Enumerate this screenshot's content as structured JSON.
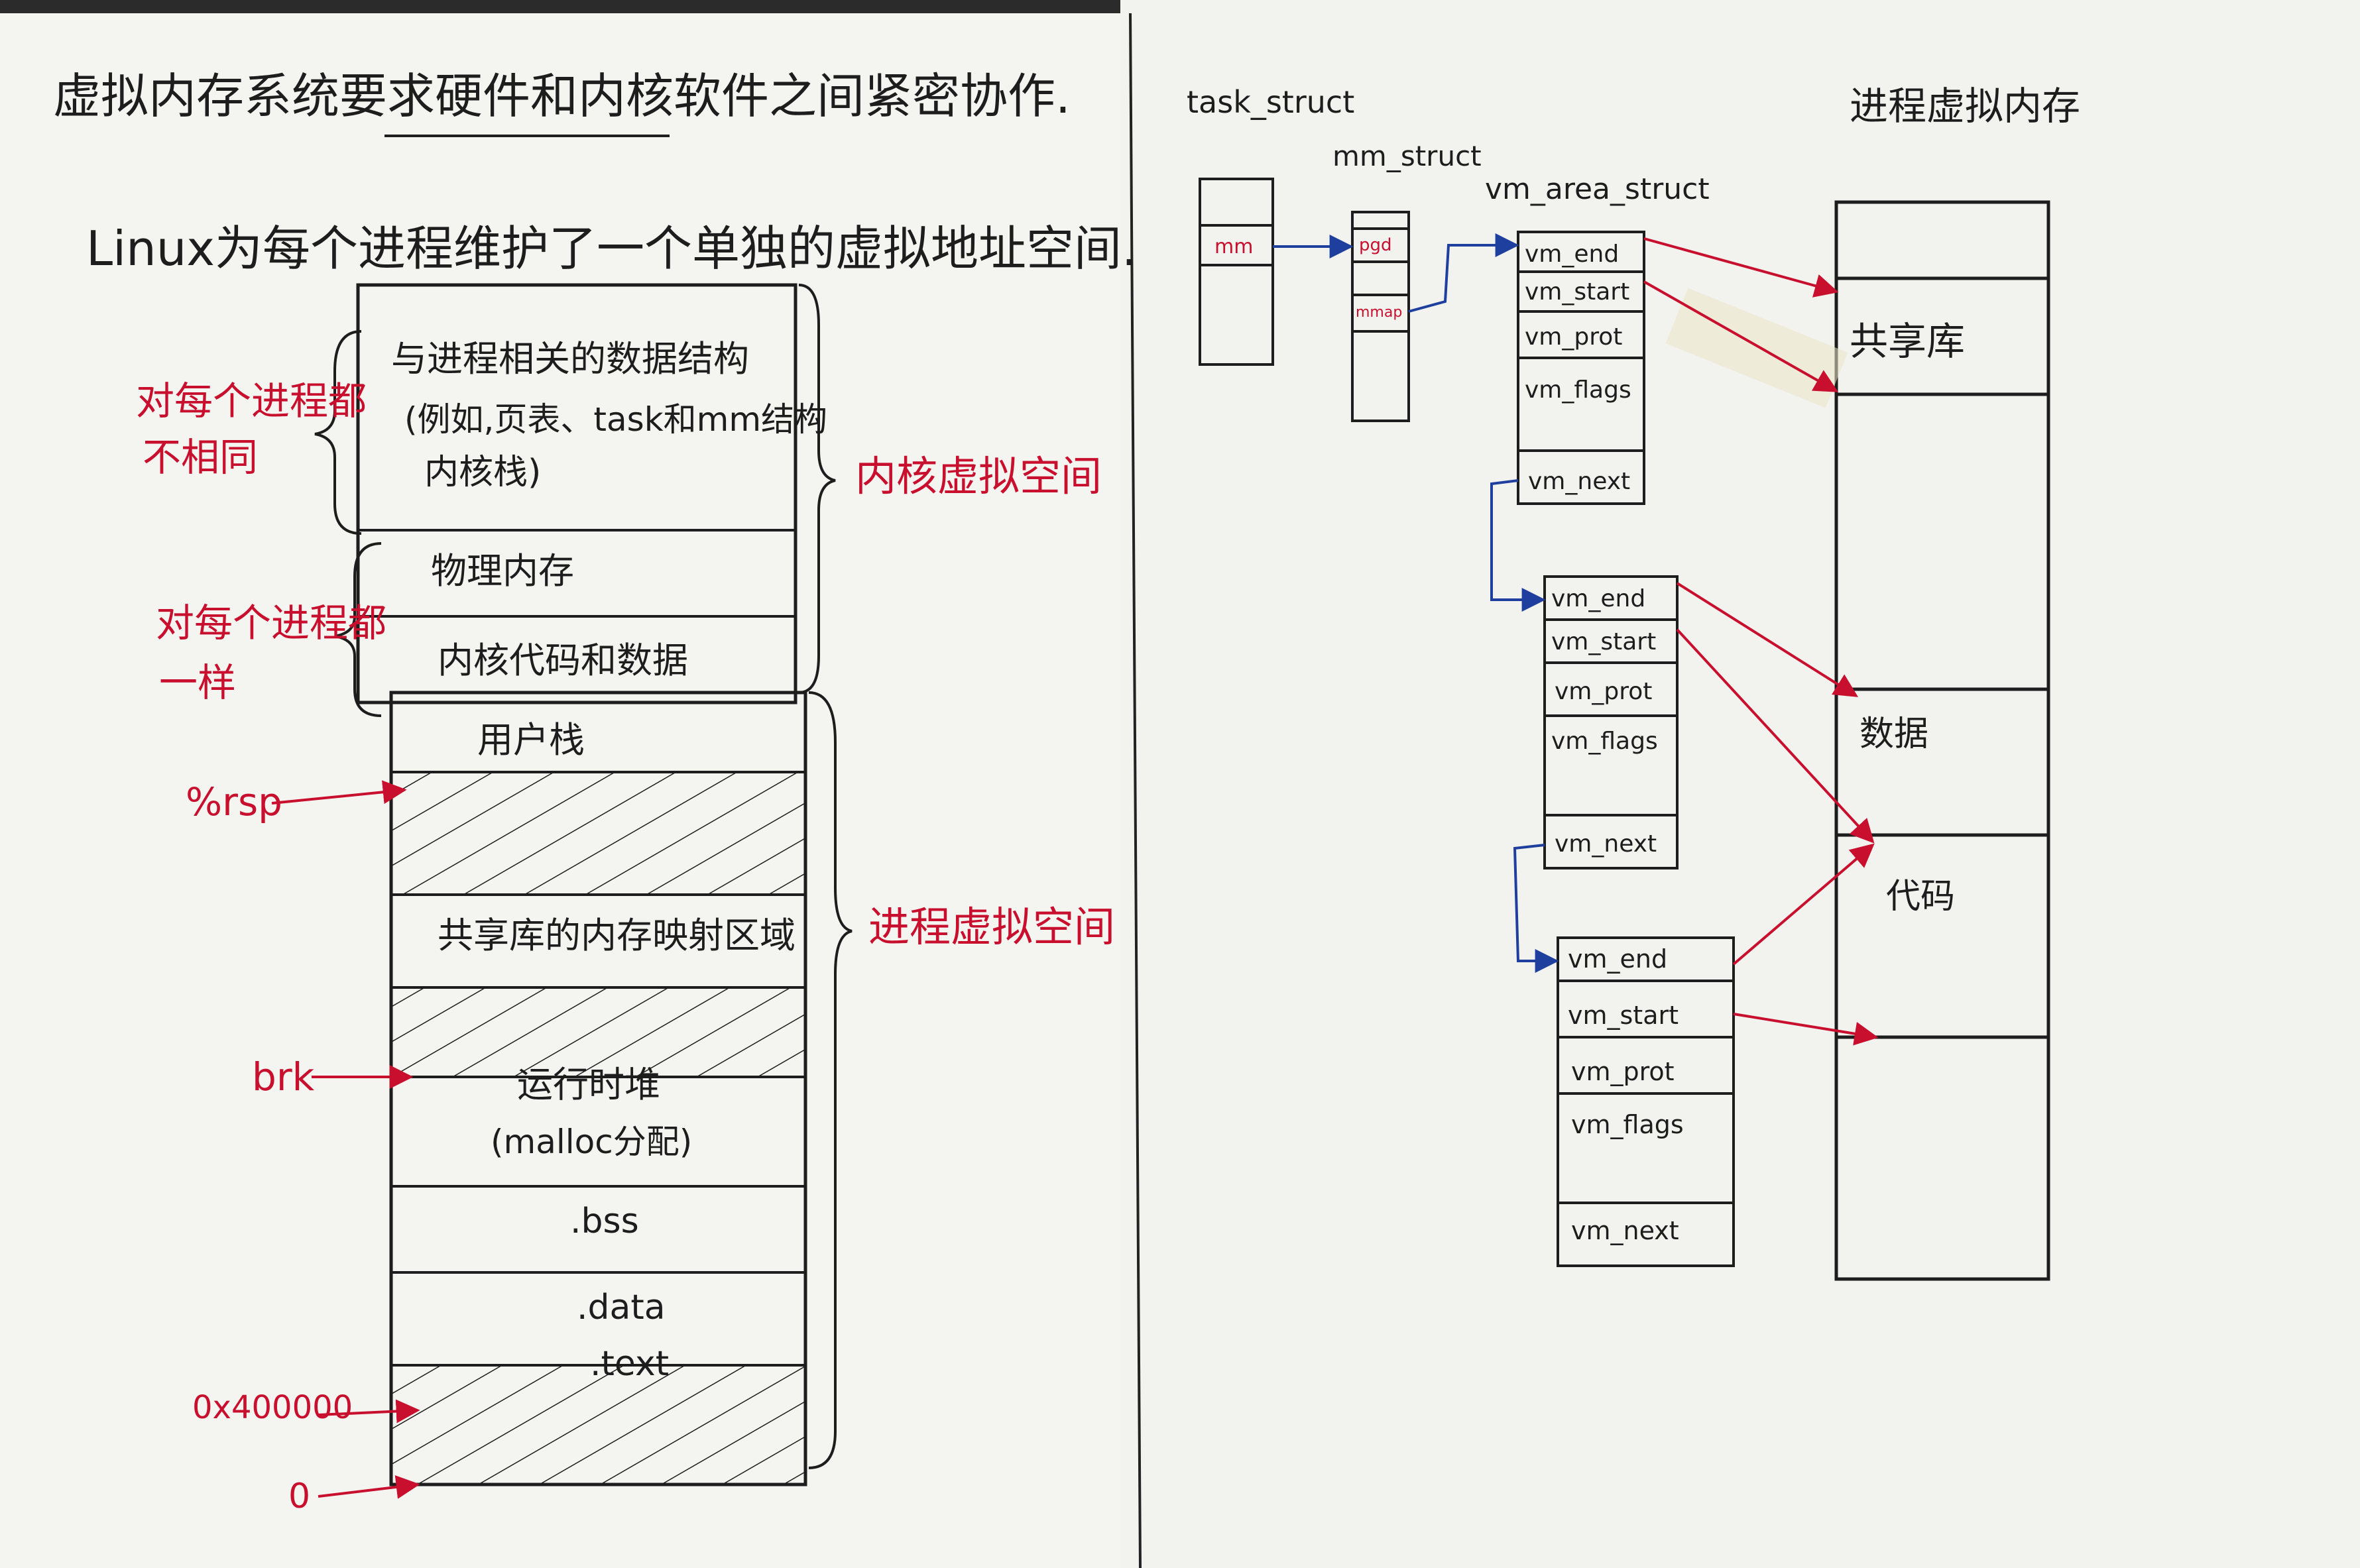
{
  "colors": {
    "paper": "#f4f4f1",
    "ink": "#1d1d1d",
    "red_ink": "#c8102e",
    "blue_ink": "#1f3f9e",
    "background": "#2b2b2b"
  },
  "left": {
    "title": "虚拟内存系统要求硬件和内核软件之间紧密协作.",
    "subtitle": "Linux为每个进程维护了一个单独的虚拟地址空间.",
    "kernel_sections": [
      "与进程相关的数据结构",
      "(例如,页表、task和mm结构",
      "内核栈)",
      "物理内存",
      "内核代码和数据"
    ],
    "process_sections": {
      "user_stack": "用户栈",
      "shared_lib": "共享库的内存映射区域",
      "heap": "运行时堆",
      "heap_note": "(malloc分配)",
      "bss": ".bss",
      "data": ".data",
      "text": ".text"
    },
    "brace_labels": {
      "differ_line1": "对每个进程都",
      "differ_line2": "不相同",
      "same_line1": "对每个进程都",
      "same_line2": "一样",
      "kernel_vm": "内核虚拟空间",
      "process_vm": "进程虚拟空间"
    },
    "pointers": {
      "rsp": "%rsp",
      "brk": "brk",
      "start_addr": "0x400000",
      "zero": "0"
    }
  },
  "right": {
    "task_struct": {
      "title": "task_struct",
      "field": "mm"
    },
    "mm_struct": {
      "title": "mm_struct",
      "fields": [
        "pgd",
        "mmap"
      ]
    },
    "vm_area_struct": {
      "title": "vm_area_struct",
      "fields": [
        "vm_end",
        "vm_start",
        "vm_prot",
        "vm_flags",
        "vm_next"
      ]
    },
    "process_vm": {
      "title": "进程虚拟内存",
      "regions": [
        "共享库",
        "数据",
        "代码"
      ]
    }
  }
}
